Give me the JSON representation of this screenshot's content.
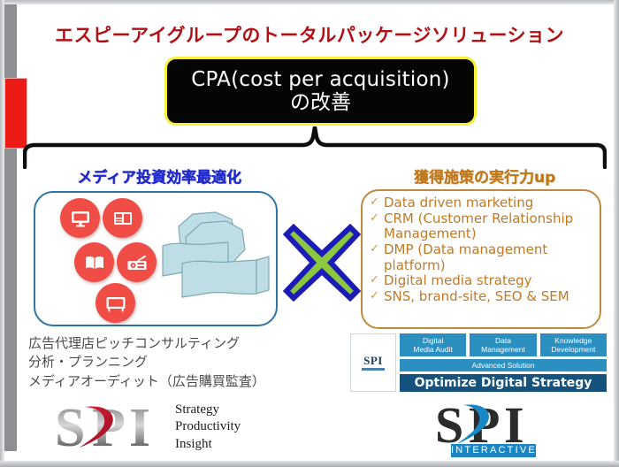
{
  "slide": {
    "title": "エスピーアイグループのトータルパッケージソリューション",
    "headline": {
      "line1": "CPA(cost per acquisition)",
      "line2": "の改善"
    },
    "accent_colors": {
      "title_red": "#b01116",
      "headline_border_yellow": "#f7ef3a",
      "headline_bg": "#050505",
      "left_caption_blue": "#1f28c8",
      "right_caption_orange": "#c0781e",
      "left_panel_border": "#2e74a8",
      "right_panel_border": "#c08a3e",
      "x_fill_green": "#8dc63f",
      "x_outline_blue": "#1b1bb5",
      "media_icon_red": "#ef4d45",
      "paper_teal": "#bfdde4",
      "stack_blue": "#2b8fc0",
      "stack_dark_blue": "#15527e",
      "side_red_block": "#ec1b16"
    }
  },
  "left_section": {
    "caption": "メディア投資効率最適化",
    "media_icons": [
      {
        "name": "monitor-icon",
        "label": "monitor"
      },
      {
        "name": "newspaper-icon",
        "label": "newspaper"
      },
      {
        "name": "book-icon",
        "label": "book"
      },
      {
        "name": "radio-icon",
        "label": "radio"
      },
      {
        "name": "television-icon",
        "label": "television"
      }
    ],
    "graphic": "stacked-paper-banners"
  },
  "center": {
    "connector_icon": "green-x-cross"
  },
  "right_section": {
    "caption": "獲得施策の実行力up",
    "bullets": [
      "Data driven marketing",
      "CRM (Customer Relationship Management)",
      "DMP (Data management platform)",
      "Digital media strategy",
      "SNS, brand-site, SEO & SEM"
    ],
    "bullet_mark": "✓"
  },
  "services": {
    "lines": [
      "広告代理店ピッチコンサルティング",
      "分析・プランニング",
      "メディアオーディット（広告購買監査）"
    ]
  },
  "stack_diagram": {
    "logo_text": "SPI",
    "top_cells": [
      {
        "line1": "Digital",
        "line2": "Media Audit"
      },
      {
        "line1": "Data",
        "line2": "Management"
      },
      {
        "line1": "Knowledge",
        "line2": "Development"
      }
    ],
    "middle_label": "Advanced Solution",
    "bottom_label": "Optimize Digital Strategy"
  },
  "logos": {
    "left": {
      "wordmark": "SPI",
      "tagline_lines": [
        "Strategy",
        "Productivity",
        "Insight"
      ]
    },
    "right": {
      "wordmark": "SPI",
      "sub_label": "INTERACTIVE"
    }
  }
}
